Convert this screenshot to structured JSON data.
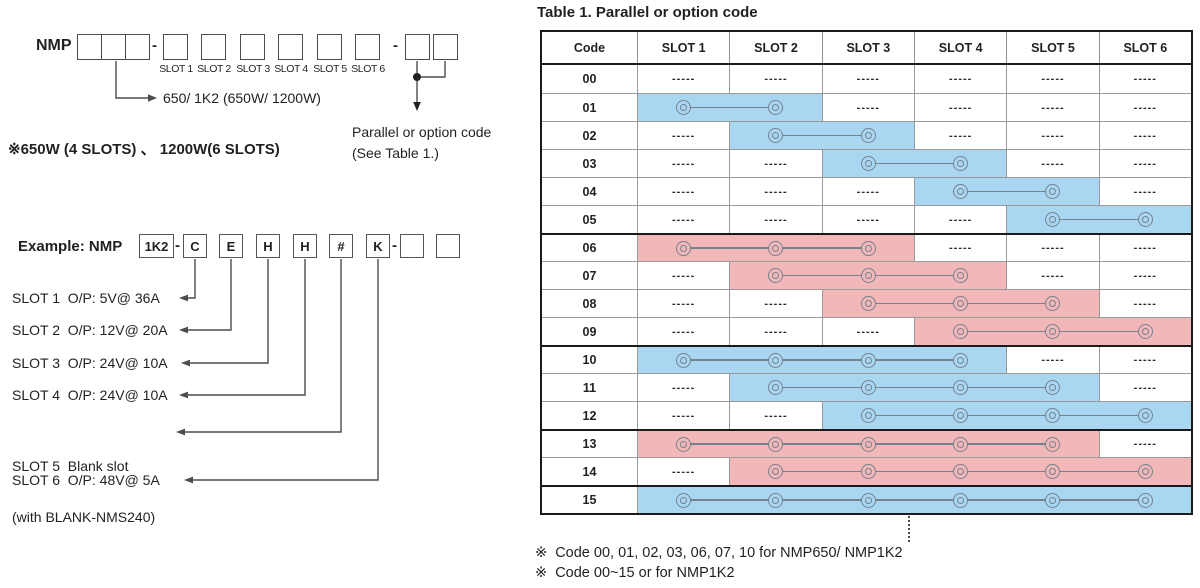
{
  "diagram": {
    "prefix": "NMP",
    "hyphen": "-",
    "slot_labels": [
      "SLOT 1",
      "SLOT 2",
      "SLOT 3",
      "SLOT 4",
      "SLOT 5",
      "SLOT 6"
    ],
    "wattage_note": "650/ 1K2 (650W/ 1200W)",
    "slots_note": "※650W (4 SLOTS) 、 1200W(6 SLOTS)",
    "parallel_note_line1": "Parallel or option code",
    "parallel_note_line2": "(See Table 1.)",
    "example": {
      "label": "Example: NMP",
      "model": "1K2",
      "letters": [
        "C",
        "E",
        "H",
        "H",
        "#",
        "K"
      ]
    },
    "slot_descriptions": [
      {
        "line1": "SLOT 1  O/P: 5V@ 36A"
      },
      {
        "line1": "SLOT 2  O/P: 12V@ 20A"
      },
      {
        "line1": "SLOT 3  O/P: 24V@ 10A"
      },
      {
        "line1": "SLOT 4  O/P: 24V@ 10A"
      },
      {
        "line1": "SLOT 5  Blank slot",
        "line2": "(with BLANK-NMS240)"
      },
      {
        "line1": "SLOT 6  O/P: 48V@ 5A"
      }
    ]
  },
  "table": {
    "title": "Table 1. Parallel or option code",
    "columns": [
      "Code",
      "SLOT 1",
      "SLOT 2",
      "SLOT 3",
      "SLOT 4",
      "SLOT 5",
      "SLOT 6"
    ],
    "dash": "-----",
    "colors": {
      "blue": "#a9d6f0",
      "pink": "#f2b7b9"
    },
    "rows": [
      {
        "code": "00",
        "band": null
      },
      {
        "code": "01",
        "band": {
          "from": 1,
          "to": 2,
          "color": "blue"
        }
      },
      {
        "code": "02",
        "band": {
          "from": 2,
          "to": 3,
          "color": "blue"
        }
      },
      {
        "code": "03",
        "band": {
          "from": 3,
          "to": 4,
          "color": "blue"
        }
      },
      {
        "code": "04",
        "band": {
          "from": 4,
          "to": 5,
          "color": "blue"
        }
      },
      {
        "code": "05",
        "band": {
          "from": 5,
          "to": 6,
          "color": "blue"
        }
      },
      {
        "code": "06",
        "band": {
          "from": 1,
          "to": 3,
          "color": "pink"
        },
        "group_start": true
      },
      {
        "code": "07",
        "band": {
          "from": 2,
          "to": 4,
          "color": "pink"
        }
      },
      {
        "code": "08",
        "band": {
          "from": 3,
          "to": 5,
          "color": "pink"
        }
      },
      {
        "code": "09",
        "band": {
          "from": 4,
          "to": 6,
          "color": "pink"
        }
      },
      {
        "code": "10",
        "band": {
          "from": 1,
          "to": 4,
          "color": "blue"
        },
        "group_start": true
      },
      {
        "code": "11",
        "band": {
          "from": 2,
          "to": 5,
          "color": "blue"
        }
      },
      {
        "code": "12",
        "band": {
          "from": 3,
          "to": 6,
          "color": "blue"
        }
      },
      {
        "code": "13",
        "band": {
          "from": 1,
          "to": 5,
          "color": "pink"
        },
        "group_start": true
      },
      {
        "code": "14",
        "band": {
          "from": 2,
          "to": 6,
          "color": "pink"
        }
      },
      {
        "code": "15",
        "band": {
          "from": 1,
          "to": 6,
          "color": "blue"
        },
        "group_start": true
      }
    ]
  },
  "footnotes": [
    "※  Code 00, 01, 02, 03, 06, 07, 10 for NMP650/ NMP1K2",
    "※  Code 00~15 or for NMP1K2"
  ]
}
